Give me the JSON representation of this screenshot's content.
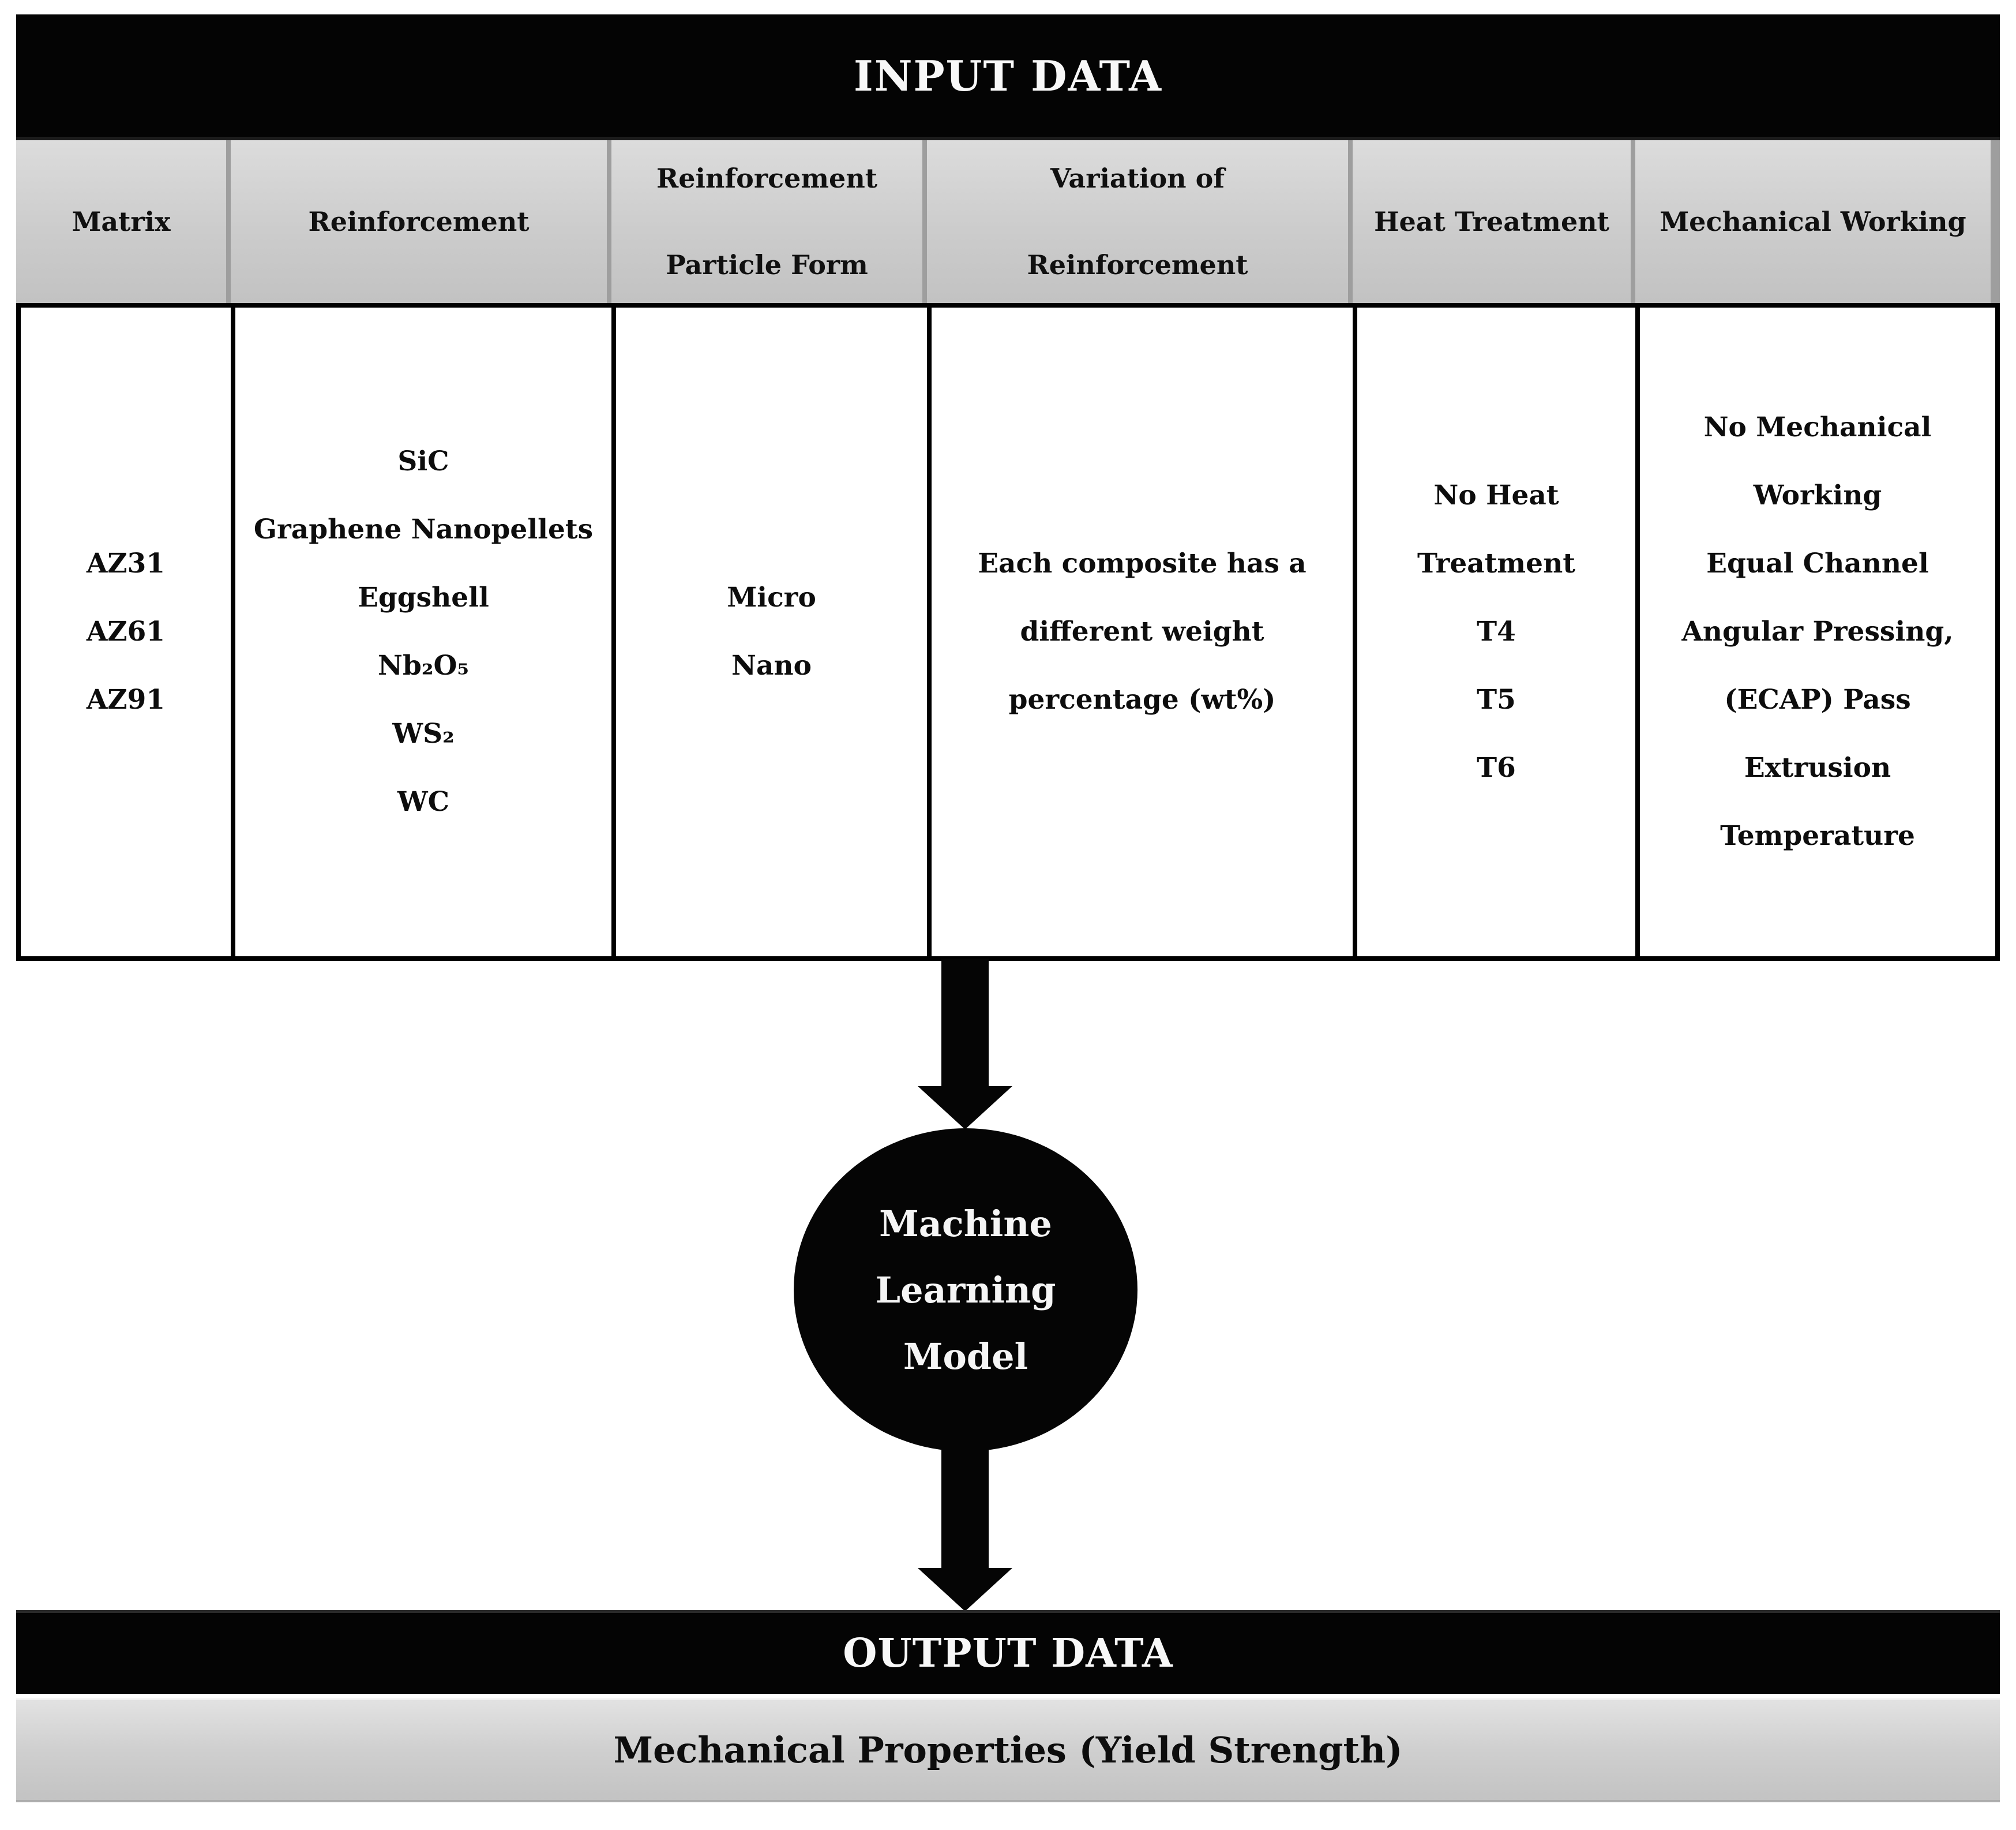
{
  "input_section": {
    "title": "INPUT DATA",
    "columns": [
      {
        "header": "Matrix",
        "items": [
          "AZ31",
          "AZ61",
          "AZ91"
        ]
      },
      {
        "header": "Reinforcement",
        "items": [
          "SiC",
          "Graphene Nanopellets",
          "Eggshell",
          "Nb₂O₅",
          "WS₂",
          "WC"
        ]
      },
      {
        "header": "Reinforcement\nParticle Form",
        "items": [
          "Micro",
          "Nano"
        ]
      },
      {
        "header": "Variation of\nReinforcement",
        "items": [
          "Each composite has a",
          "different weight",
          "percentage (wt%)"
        ]
      },
      {
        "header": "Heat Treatment",
        "items": [
          "No Heat",
          "Treatment",
          "T4",
          "T5",
          "T6"
        ]
      },
      {
        "header": "Mechanical Working",
        "items": [
          "No Mechanical",
          "Working",
          "Equal Channel",
          "Angular Pressing,",
          "(ECAP) Pass",
          "Extrusion",
          "Temperature"
        ]
      }
    ]
  },
  "model_node": {
    "lines": [
      "Machine",
      "Learning",
      "Model"
    ]
  },
  "output_section": {
    "title": "OUTPUT DATA",
    "value": "Mechanical Properties (Yield Strength)"
  },
  "colors": {
    "bar_black": "#040404",
    "header_gray_top": "#dcdcdc",
    "header_gray_bottom": "#c2c2c2",
    "body_white": "#ffffff",
    "divider_black": "#000000",
    "header_divider_gray": "#9e9e9e",
    "text_white": "#f8f8f8",
    "text_black": "#0d0d0d"
  }
}
